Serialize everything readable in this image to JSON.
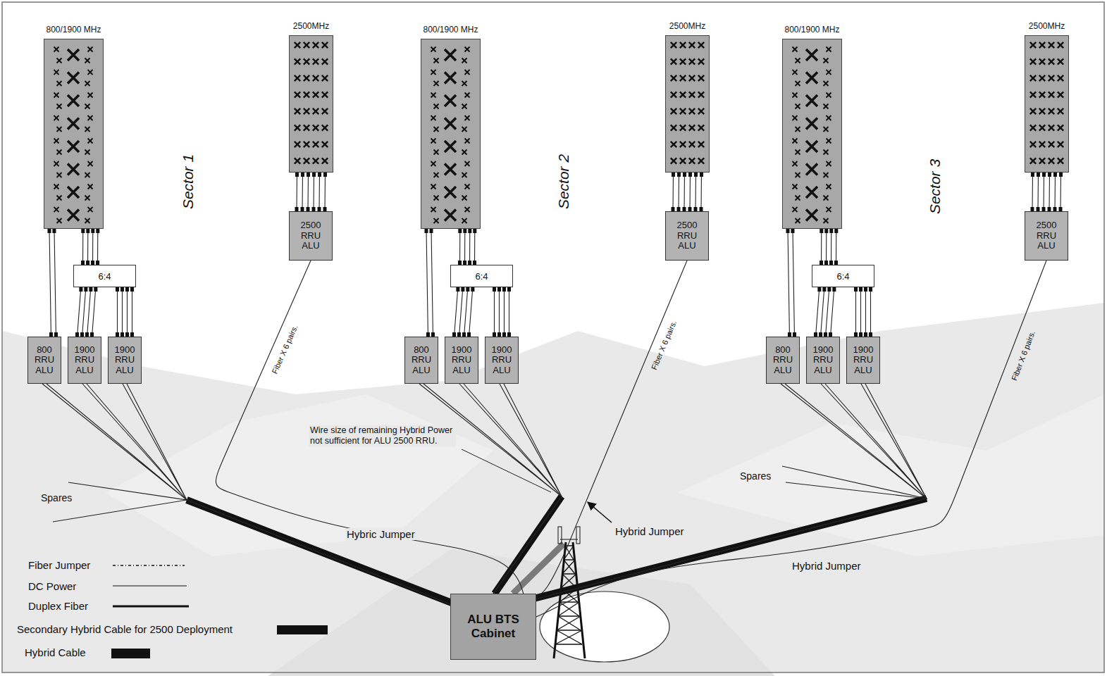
{
  "diagram": {
    "nodes": [
      {
        "text": [
          "800/1900 MHz"
        ]
      },
      {
        "text": [
          "2500MHz"
        ]
      },
      {
        "text": [
          "6:4"
        ]
      },
      {
        "text": [
          "800 RRU ALU"
        ]
      },
      {
        "text": [
          "1900 RRU ALU"
        ]
      },
      {
        "text": [
          "1900 RRU ALU"
        ]
      },
      {
        "text": [
          "2500 RRU ALU"
        ]
      },
      {
        "text": [
          "800/1900 MHz"
        ]
      },
      {
        "text": [
          "2500MHz"
        ]
      },
      {
        "text": [
          "6:4"
        ]
      },
      {
        "text": [
          "800 RRU ALU"
        ]
      },
      {
        "text": [
          "1900 RRU ALU"
        ]
      },
      {
        "text": [
          "1900 RRU ALU"
        ]
      },
      {
        "text": [
          "2500 RRU ALU"
        ]
      },
      {
        "text": [
          "800/1900 MHz"
        ]
      },
      {
        "text": [
          "2500MHz"
        ]
      },
      {
        "text": [
          "6:4"
        ]
      },
      {
        "text": [
          "800 RRU ALU"
        ]
      },
      {
        "text": [
          "1900 RRU ALU"
        ]
      },
      {
        "text": [
          "1900 RRU ALU"
        ]
      },
      {
        "text": [
          "2500 RRU ALU"
        ]
      },
      {
        "text": [
          "ALU BTS Cabinet"
        ]
      }
    ],
    "edges": [
      {
        "from": 0,
        "to": 2,
        "arrow": "none"
      },
      {
        "from": 0,
        "to": 3,
        "arrow": "none"
      },
      {
        "from": 2,
        "to": 4,
        "arrow": "none"
      },
      {
        "from": 2,
        "to": 5,
        "arrow": "none"
      },
      {
        "from": 1,
        "to": 6,
        "arrow": "none"
      },
      {
        "from": 3,
        "to": 21,
        "arrow": "none"
      },
      {
        "from": 4,
        "to": 21,
        "arrow": "none"
      },
      {
        "from": 5,
        "to": 21,
        "arrow": "none"
      },
      {
        "from": 6,
        "to": 21,
        "label": "Hybric Jumper",
        "arrow": "none"
      },
      {
        "from": 7,
        "to": 9,
        "arrow": "none"
      },
      {
        "from": 7,
        "to": 10,
        "arrow": "none"
      },
      {
        "from": 9,
        "to": 11,
        "arrow": "none"
      },
      {
        "from": 9,
        "to": 12,
        "arrow": "none"
      },
      {
        "from": 8,
        "to": 13,
        "arrow": "none"
      },
      {
        "from": 10,
        "to": 21,
        "arrow": "none"
      },
      {
        "from": 11,
        "to": 21,
        "arrow": "none"
      },
      {
        "from": 12,
        "to": 21,
        "arrow": "none"
      },
      {
        "from": 13,
        "to": 21,
        "arrow": "none"
      },
      {
        "from": 14,
        "to": 16,
        "arrow": "none"
      },
      {
        "from": 14,
        "to": 17,
        "arrow": "none"
      },
      {
        "from": 16,
        "to": 18,
        "arrow": "none"
      },
      {
        "from": 16,
        "to": 19,
        "arrow": "none"
      },
      {
        "from": 15,
        "to": 20,
        "arrow": "none"
      },
      {
        "from": 17,
        "to": 21,
        "arrow": "none"
      },
      {
        "from": 18,
        "to": 21,
        "arrow": "none"
      },
      {
        "from": 19,
        "to": 21,
        "arrow": "none"
      },
      {
        "from": 20,
        "to": 21,
        "label": "Hybrid Jumper",
        "arrow": "none"
      }
    ],
    "labels": [
      "Sector 1",
      "Fiber X 6 pairs.",
      "Sector 2",
      "Fiber X 6 pairs.",
      "Sector 3",
      "Fiber X 6 pairs.",
      "Spares",
      "Wire size of remaining Hybrid Power not sufficient for ALU 2500 RRU.",
      "Hybrid Jumper",
      "Spares"
    ],
    "legend": [
      {
        "text": "Fiber Jumper"
      },
      {
        "text": "DC Power"
      },
      {
        "text": "Duplex Fiber"
      },
      {
        "text": "Secondary Hybrid Cable for 2500 Deployment",
        "color": "#111111"
      },
      {
        "text": "Hybrid Cable",
        "color": "#111111"
      }
    ]
  }
}
